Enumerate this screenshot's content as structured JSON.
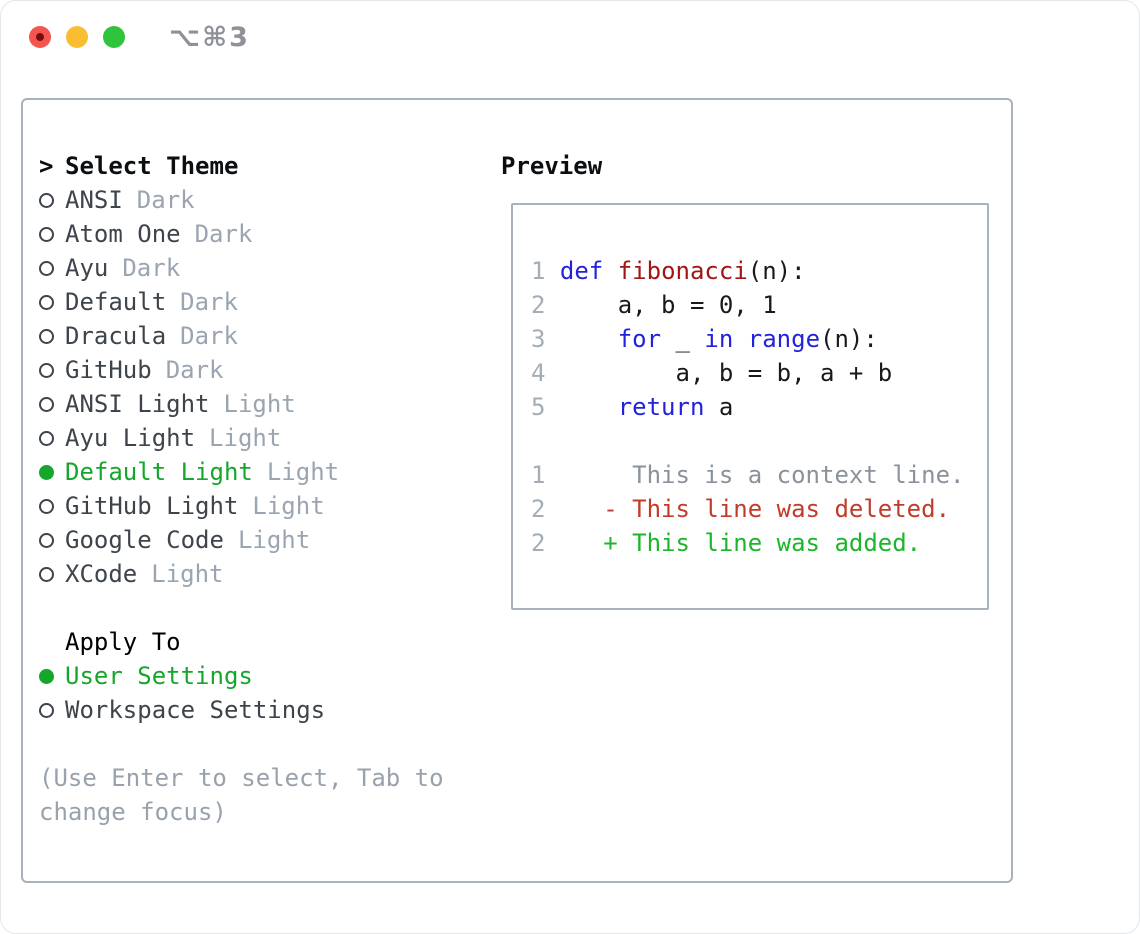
{
  "window": {
    "title": "⌥⌘3"
  },
  "colors": {
    "border_gray": "#a9b2bb",
    "accent_green": "#16a62c",
    "diff_added": "#1cb52b",
    "diff_deleted": "#c23b2a",
    "diff_context": "#8a929c",
    "keyword_blue": "#2222dd",
    "function_red": "#a31515",
    "line_number": "#a4adb6",
    "muted_text": "#9aa5b1",
    "item_text": "#3e444b",
    "header_text": "#0c0f12",
    "hint_text": "#98a2ac",
    "code_text": "#17191c",
    "traffic_red": "#f4564f",
    "traffic_red_dot": "#7a0c0c",
    "traffic_yellow": "#f9bd31",
    "traffic_green": "#2ec43b",
    "title_text": "#8e9298"
  },
  "theme_list": {
    "header_prefix": ">",
    "header_label": "Select Theme",
    "items": [
      {
        "name": "ANSI",
        "variant": "Dark",
        "selected": false
      },
      {
        "name": "Atom One",
        "variant": "Dark",
        "selected": false
      },
      {
        "name": "Ayu",
        "variant": "Dark",
        "selected": false
      },
      {
        "name": "Default",
        "variant": "Dark",
        "selected": false
      },
      {
        "name": "Dracula",
        "variant": "Dark",
        "selected": false
      },
      {
        "name": "GitHub",
        "variant": "Dark",
        "selected": false
      },
      {
        "name": "ANSI Light",
        "variant": "Light",
        "selected": false
      },
      {
        "name": "Ayu Light",
        "variant": "Light",
        "selected": false
      },
      {
        "name": "Default Light",
        "variant": "Light",
        "selected": true
      },
      {
        "name": "GitHub Light",
        "variant": "Light",
        "selected": false
      },
      {
        "name": "Google Code",
        "variant": "Light",
        "selected": false
      },
      {
        "name": "XCode",
        "variant": "Light",
        "selected": false
      }
    ]
  },
  "apply_to": {
    "header_label": "Apply To",
    "options": [
      {
        "label": "User Settings",
        "selected": true
      },
      {
        "label": "Workspace Settings",
        "selected": false
      }
    ]
  },
  "hint": "(Use Enter to select, Tab to change focus)",
  "preview": {
    "label": "Preview",
    "code_lines": [
      {
        "tokens": [
          {
            "c": "ln",
            "t": "1"
          },
          {
            "c": "p",
            "t": " "
          },
          {
            "c": "k",
            "t": "def"
          },
          {
            "c": "p",
            "t": " "
          },
          {
            "c": "f",
            "t": "fibonacci"
          },
          {
            "c": "p",
            "t": "(n):"
          }
        ]
      },
      {
        "tokens": [
          {
            "c": "ln",
            "t": "2"
          },
          {
            "c": "p",
            "t": "     a, b = 0, 1"
          }
        ]
      },
      {
        "tokens": [
          {
            "c": "ln",
            "t": "3"
          },
          {
            "c": "p",
            "t": "     "
          },
          {
            "c": "k",
            "t": "for"
          },
          {
            "c": "p",
            "t": " _ "
          },
          {
            "c": "k",
            "t": "in"
          },
          {
            "c": "p",
            "t": " "
          },
          {
            "c": "k",
            "t": "range"
          },
          {
            "c": "p",
            "t": "(n):"
          }
        ]
      },
      {
        "tokens": [
          {
            "c": "ln",
            "t": "4"
          },
          {
            "c": "p",
            "t": "         a, b = b, a + b"
          }
        ]
      },
      {
        "tokens": [
          {
            "c": "ln",
            "t": "5"
          },
          {
            "c": "p",
            "t": "     "
          },
          {
            "c": "k",
            "t": "return"
          },
          {
            "c": "p",
            "t": " a"
          }
        ]
      }
    ],
    "diff_lines": [
      {
        "tokens": [
          {
            "c": "ln",
            "t": "1"
          },
          {
            "c": "ctx",
            "t": "      This is a context line."
          }
        ]
      },
      {
        "tokens": [
          {
            "c": "ln",
            "t": "2"
          },
          {
            "c": "del",
            "t": "    - This line was deleted."
          }
        ]
      },
      {
        "tokens": [
          {
            "c": "ln",
            "t": "2"
          },
          {
            "c": "add",
            "t": "    + This line was added."
          }
        ]
      }
    ]
  }
}
